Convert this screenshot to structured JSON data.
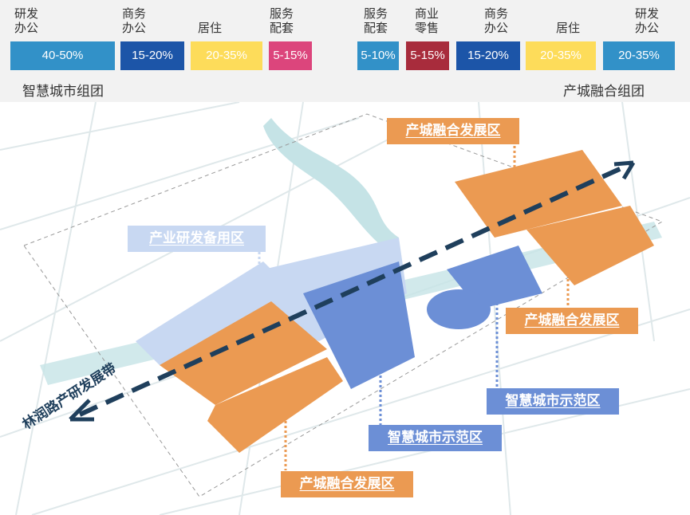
{
  "legend_left": {
    "group_title": "智慧城市组团",
    "items": [
      {
        "label": [
          "研发",
          "办公"
        ],
        "value": "40-50%",
        "color": "#3291c8"
      },
      {
        "label": [
          "商务",
          "办公"
        ],
        "value": "15-20%",
        "color": "#1c55a8"
      },
      {
        "label": [
          "居住"
        ],
        "value": "20-35%",
        "color": "#fddc5a"
      },
      {
        "label": [
          "服务",
          "配套"
        ],
        "value": "5-15%",
        "color": "#dc457c"
      }
    ]
  },
  "legend_right": {
    "group_title": "产城融合组团",
    "items": [
      {
        "label": [
          "服务",
          "配套"
        ],
        "value": "5-10%",
        "color": "#3291c8"
      },
      {
        "label": [
          "商业",
          "零售"
        ],
        "value": "5-15%",
        "color": "#a82c3c"
      },
      {
        "label": [
          "商务",
          "办公"
        ],
        "value": "15-20%",
        "color": "#1c55a8"
      },
      {
        "label": [
          "居住"
        ],
        "value": "20-35%",
        "color": "#fddc5a"
      },
      {
        "label": [
          "研发",
          "办公"
        ],
        "value": "20-35%",
        "color": "#3291c8"
      }
    ]
  },
  "map": {
    "zones": [
      {
        "name": "产城融合发展区",
        "color": "#eb9a52"
      },
      {
        "name": "产业研发备用区",
        "color": "#c8d8f2"
      },
      {
        "name": "产城融合发展区",
        "color": "#eb9a52"
      },
      {
        "name": "智慧城市示范区",
        "color": "#6c8fd6"
      },
      {
        "name": "智慧城市示范区",
        "color": "#6c8fd6"
      },
      {
        "name": "产城融合发展区",
        "color": "#eb9a52"
      }
    ],
    "belt_label": "林润路产研发展带"
  }
}
